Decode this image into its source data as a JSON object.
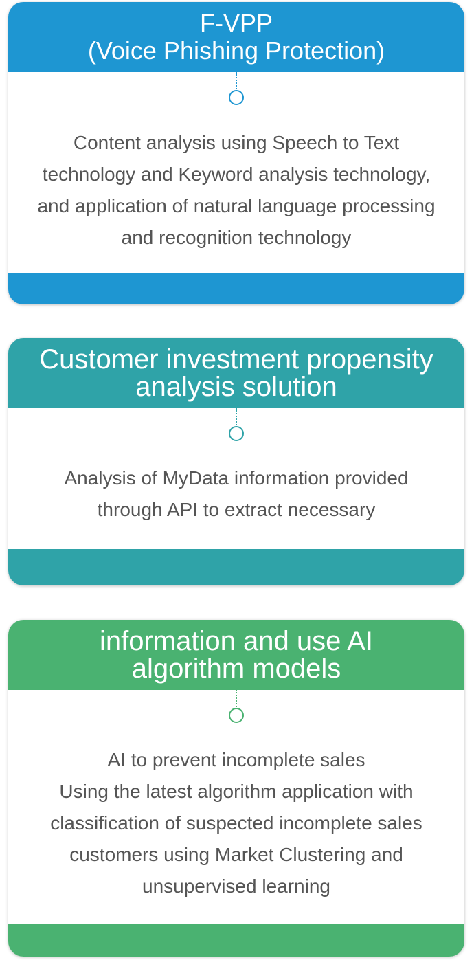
{
  "cards": [
    {
      "color": "#1e96d2",
      "title_lines": [
        "F-VPP",
        "(Voice Phishing Protection)"
      ],
      "body_lines": [
        "Content analysis using Speech to Text",
        "technology and Keyword analysis technology,",
        "and application of natural language processing",
        "and recognition technology"
      ]
    },
    {
      "color": "#2fa3a8",
      "title_lines": [
        "Customer investment propensity",
        "analysis solution"
      ],
      "body_lines": [
        "Analysis of MyData information provided",
        "through API to extract necessary"
      ]
    },
    {
      "color": "#4ab271",
      "title_lines": [
        "information and use AI",
        "algorithm models"
      ],
      "body_lines": [
        "AI to prevent incomplete sales",
        "Using the latest algorithm application with",
        "classification of suspected incomplete sales",
        "customers using Market Clustering and",
        "unsupervised learning"
      ]
    }
  ]
}
